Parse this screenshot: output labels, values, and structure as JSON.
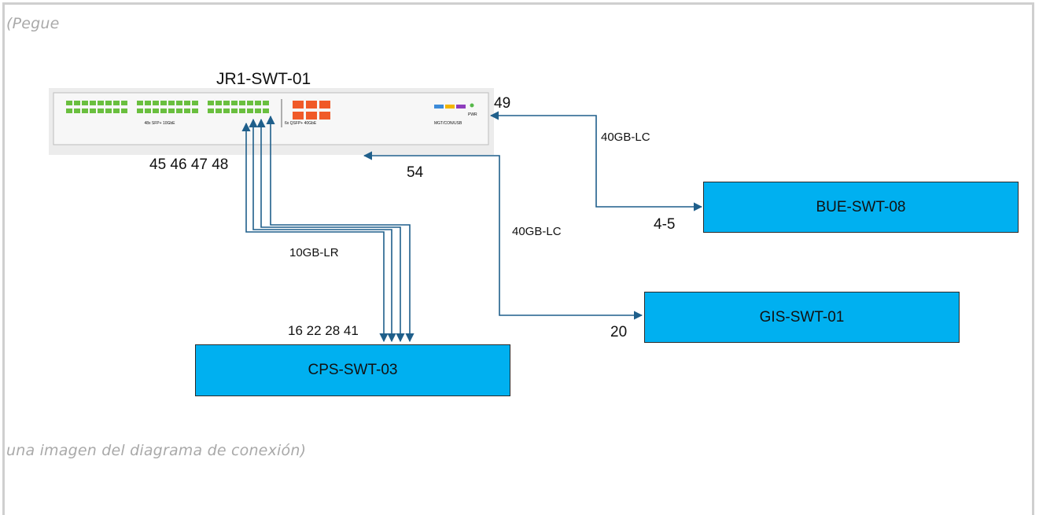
{
  "placeholder": {
    "top": "(Pegue",
    "bottom": "una imagen del diagrama de conexión)"
  },
  "switch": {
    "name": "JR1-SWT-01",
    "sfp_caption": "48x SFP+ 10GbE",
    "qsfp_caption": "6x QSFP+ 40GbE",
    "mgmt_caption": "MGT/CON/USB",
    "pwr_label": "PWR",
    "ports_left": "45 46 47 48",
    "port_49": "49",
    "port_54": "54"
  },
  "links": {
    "cps_label": "10GB-LR",
    "gis_label": "40GB-LC",
    "bue_label": "40GB-LC"
  },
  "nodes": {
    "cps": {
      "name": "CPS-SWT-03",
      "ports": "16 22 28 41"
    },
    "gis": {
      "name": "GIS-SWT-01",
      "ports": "20"
    },
    "bue": {
      "name": "BUE-SWT-08",
      "ports": "4-5"
    }
  },
  "colors": {
    "node_fill": "#00b0f0",
    "link": "#1f5f8b",
    "sfp_port": "#6abf3f",
    "qsfp_port": "#f05a28"
  }
}
